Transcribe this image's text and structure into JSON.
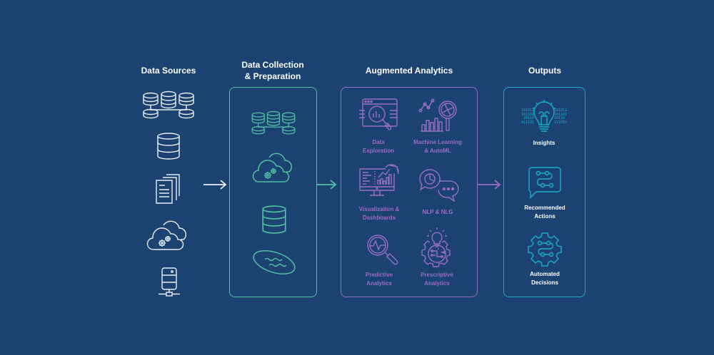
{
  "colors": {
    "background": "#1b4270",
    "sources": "#e8edf3",
    "collection": "#4fc1a2",
    "analytics": "#9a6fbd",
    "outputs": "#1ab2c0"
  },
  "columns": {
    "sources": {
      "title": "Data Sources",
      "icons": [
        "database-network-icon",
        "database-icon",
        "documents-icon",
        "cloud-gears-icon",
        "server-network-icon"
      ]
    },
    "collection": {
      "title_line1": "Data Collection",
      "title_line2": "& Preparation",
      "icons": [
        "database-network-icon",
        "cloud-gears-icon",
        "database-icon",
        "data-lake-icon"
      ]
    },
    "analytics": {
      "title": "Augmented Analytics",
      "items": [
        {
          "icon": "data-exploration-icon",
          "line1": "Data",
          "line2": "Exploration"
        },
        {
          "icon": "machine-learning-icon",
          "line1": "Machine Learning",
          "line2": "& AutoML"
        },
        {
          "icon": "dashboard-icon",
          "line1": "Visualization &",
          "line2": "Dashboards"
        },
        {
          "icon": "chat-bubbles-icon",
          "line1": "NLP & NLG",
          "line2": ""
        },
        {
          "icon": "predictive-magnifier-icon",
          "line1": "Predictive",
          "line2": "Analytics"
        },
        {
          "icon": "prescriptive-gear-icon",
          "line1": "Prescriptive",
          "line2": "Analytics"
        }
      ]
    },
    "outputs": {
      "title": "Outputs",
      "items": [
        {
          "icon": "lightbulb-binary-icon",
          "line1": "Insights",
          "line2": ""
        },
        {
          "icon": "chat-workflow-icon",
          "line1": "Recommended",
          "line2": "Actions"
        },
        {
          "icon": "gear-workflow-icon",
          "line1": "Automated",
          "line2": "Decisions"
        }
      ],
      "binary_left": [
        "101011",
        "101101",
        "10110",
        "011101"
      ],
      "binary_right": [
        "101011",
        "101101",
        "10110",
        "111010"
      ]
    }
  }
}
